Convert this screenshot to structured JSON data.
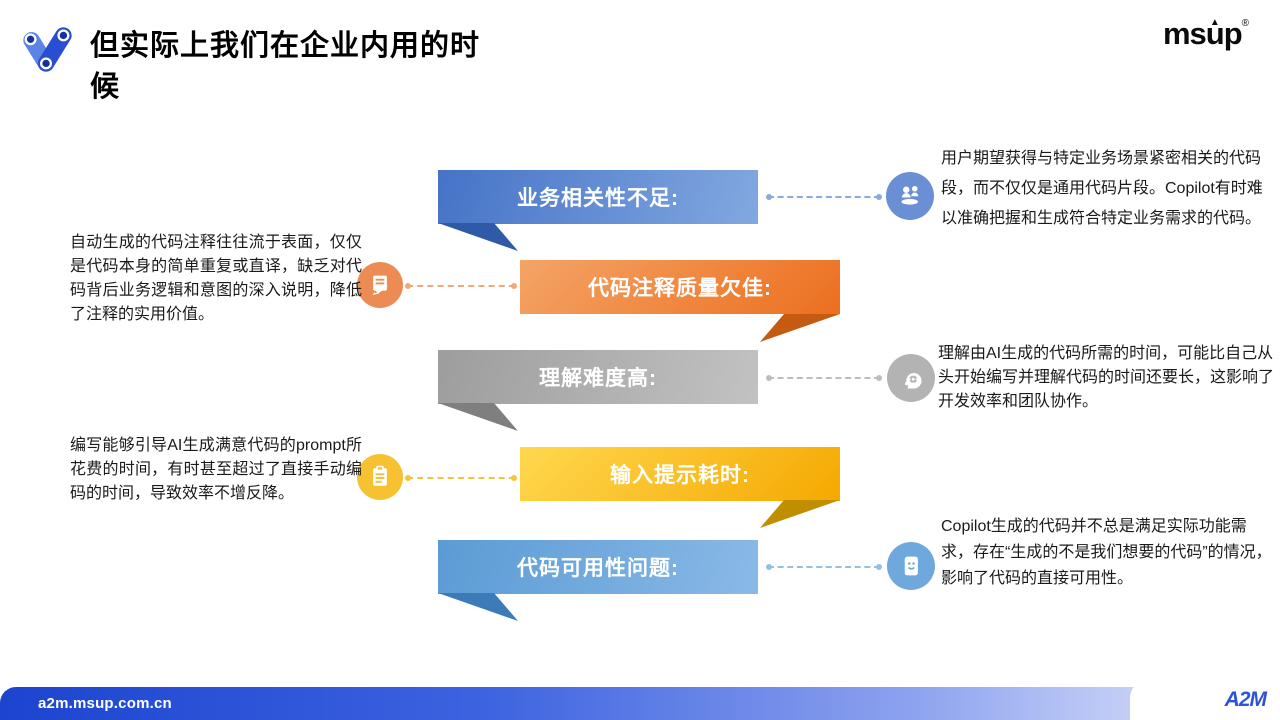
{
  "header": {
    "title_line1": "但实际上我们在企业内用的时",
    "title_line2": "候",
    "brand": "msup",
    "brand_registered": "®",
    "brand_arrow": "▲"
  },
  "items": [
    {
      "label": "业务相关性不足:",
      "description": "用户期望获得与特定业务场景紧密相关的代码段，而不仅仅是通用代码片段。Copilot有时难以准确把握和生成符合特定业务需求的代码。",
      "color": "#4472C4",
      "icon": "team-discussion-icon",
      "description_side": "right"
    },
    {
      "label": "代码注释质量欠佳:",
      "description": "自动生成的代码注释往往流于表面，仅仅是代码本身的简单重复或直译，缺乏对代码背后业务逻辑和意图的深入说明，降低了注释的实用价值。",
      "color": "#ED7D31",
      "icon": "document-signature-icon",
      "description_side": "left"
    },
    {
      "label": "理解难度高:",
      "description": "理解由AI生成的代码所需的时间，可能比自己从头开始编写并理解代码的时间还要长，这影响了开发效率和团队协作。",
      "color": "#A6A6A6",
      "icon": "head-gear-icon",
      "description_side": "right"
    },
    {
      "label": "输入提示耗时:",
      "description": "编写能够引导AI生成满意代码的prompt所花费的时间，有时甚至超过了直接手动编码的时间，导致效率不增反降。",
      "color": "#FFC000",
      "icon": "clipboard-icon",
      "description_side": "left"
    },
    {
      "label": "代码可用性问题:",
      "description": "Copilot生成的代码并不总是满足实际功能需求，存在“生成的不是我们想要的代码”的情况，影响了代码的直接可用性。",
      "color": "#5B9BD5",
      "icon": "code-board-icon",
      "description_side": "right"
    }
  ],
  "footer": {
    "url": "a2m.msup.com.cn",
    "logo": "A2M"
  }
}
